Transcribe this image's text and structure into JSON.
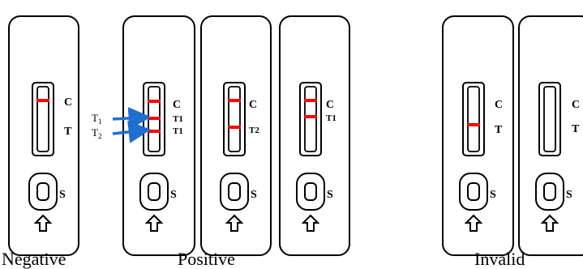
{
  "colors": {
    "outline": "#000000",
    "result_line": "#ff0000",
    "indicator_arrow": "#1f6fd1",
    "background": "#ffffff"
  },
  "icons": {
    "sample_arrow": "up-arrow-icon",
    "indicator_arrow": "right-arrow-icon"
  },
  "cassettes": [
    {
      "id": "negative",
      "labels": [
        "C",
        "T"
      ],
      "lines": [
        true,
        false
      ],
      "sample_label": "S"
    },
    {
      "id": "positive-1",
      "labels": [
        "C",
        "T1",
        "T1"
      ],
      "lines": [
        true,
        true,
        true
      ],
      "sample_label": "S"
    },
    {
      "id": "positive-2",
      "labels": [
        "C",
        "T2"
      ],
      "lines": [
        true,
        true
      ],
      "sample_label": "S"
    },
    {
      "id": "positive-3",
      "labels": [
        "C",
        "T1"
      ],
      "lines": [
        true,
        true
      ],
      "sample_label": "S"
    },
    {
      "id": "invalid-1",
      "labels": [
        "C",
        "T"
      ],
      "lines": [
        false,
        true
      ],
      "sample_label": "S"
    },
    {
      "id": "invalid-2",
      "labels": [
        "C",
        "T"
      ],
      "lines": [
        false,
        false
      ],
      "sample_label": "S"
    }
  ],
  "indicators": [
    {
      "letter": "T",
      "sub": "1"
    },
    {
      "letter": "T",
      "sub": "2"
    }
  ],
  "captions": {
    "negative": "Negative",
    "positive": "Positive",
    "invalid": "Invalid"
  }
}
